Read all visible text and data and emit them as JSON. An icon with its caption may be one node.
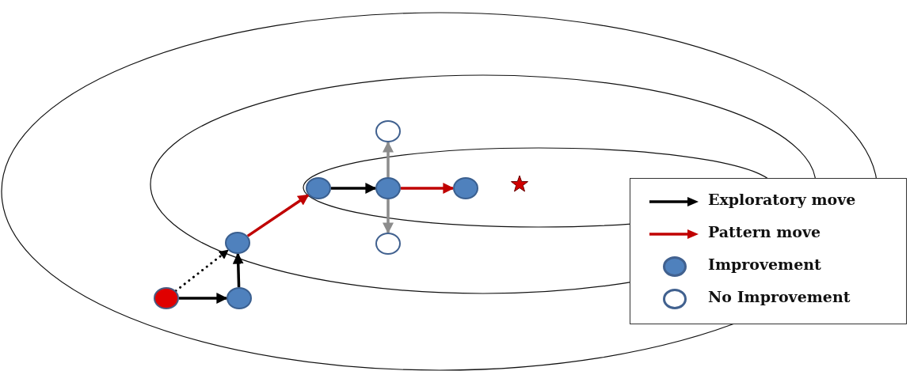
{
  "diagram": {
    "nodes": [
      {
        "text": [],
        "shape": "circle"
      },
      {
        "text": [],
        "shape": "circle"
      },
      {
        "text": [],
        "shape": "circle"
      },
      {
        "text": [],
        "shape": "circle"
      },
      {
        "text": [],
        "shape": "circle"
      },
      {
        "text": [],
        "shape": "circle"
      },
      {
        "text": [],
        "shape": "circle"
      },
      {
        "text": [],
        "shape": "circle"
      }
    ],
    "edges": [
      {
        "from": 0,
        "to": 1,
        "arrow": "to"
      },
      {
        "from": 1,
        "to": 2,
        "arrow": "to"
      },
      {
        "from": 0,
        "to": 2,
        "arrow": "to",
        "style": "dashed"
      },
      {
        "from": 2,
        "to": 3,
        "arrow": "to",
        "color": "#c00000"
      },
      {
        "from": 3,
        "to": 4,
        "arrow": "to"
      },
      {
        "from": 4,
        "to": 5,
        "arrow": "to",
        "color": "#c00000"
      },
      {
        "from": 4,
        "to": 6,
        "arrow": "to",
        "color": "#8c8c8c"
      },
      {
        "from": 4,
        "to": 7,
        "arrow": "to",
        "color": "#8c8c8c"
      }
    ],
    "legend": [
      {
        "text": "Exploratory move"
      },
      {
        "text": "Pattern move"
      },
      {
        "text": "Improvement"
      },
      {
        "text": "No Improvement"
      }
    ]
  }
}
